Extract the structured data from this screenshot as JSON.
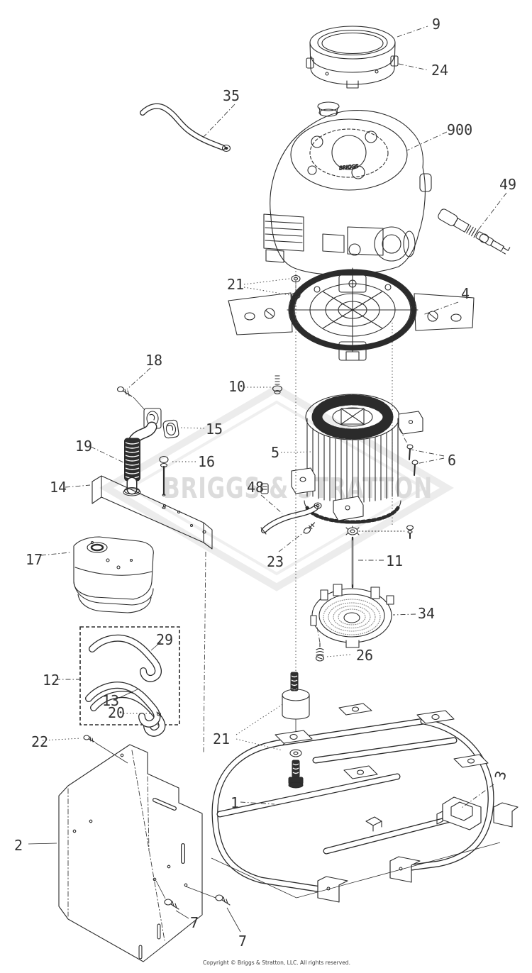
{
  "watermark": {
    "text": "BRIGGS & STRATTON"
  },
  "engine": {
    "marking": "BRIGGS"
  },
  "footer": {
    "copyright": "Copyright © Briggs & Stratton, LLC. All rights reserved."
  },
  "callouts": [
    {
      "label": "9"
    },
    {
      "label": "24"
    },
    {
      "label": "35"
    },
    {
      "label": "900"
    },
    {
      "label": "49"
    },
    {
      "label": "21"
    },
    {
      "label": "4"
    },
    {
      "label": "10"
    },
    {
      "label": "18"
    },
    {
      "label": "15"
    },
    {
      "label": "19"
    },
    {
      "label": "16"
    },
    {
      "label": "14"
    },
    {
      "label": "5"
    },
    {
      "label": "6"
    },
    {
      "label": "48"
    },
    {
      "label": "17"
    },
    {
      "label": "23"
    },
    {
      "label": "11"
    },
    {
      "label": "34"
    },
    {
      "label": "26"
    },
    {
      "label": "29"
    },
    {
      "label": "13"
    },
    {
      "label": "20"
    },
    {
      "label": "12"
    },
    {
      "label": "22"
    },
    {
      "label": "21"
    },
    {
      "label": "1"
    },
    {
      "label": "3"
    },
    {
      "label": "2"
    },
    {
      "label": "7"
    },
    {
      "label": "7"
    }
  ]
}
